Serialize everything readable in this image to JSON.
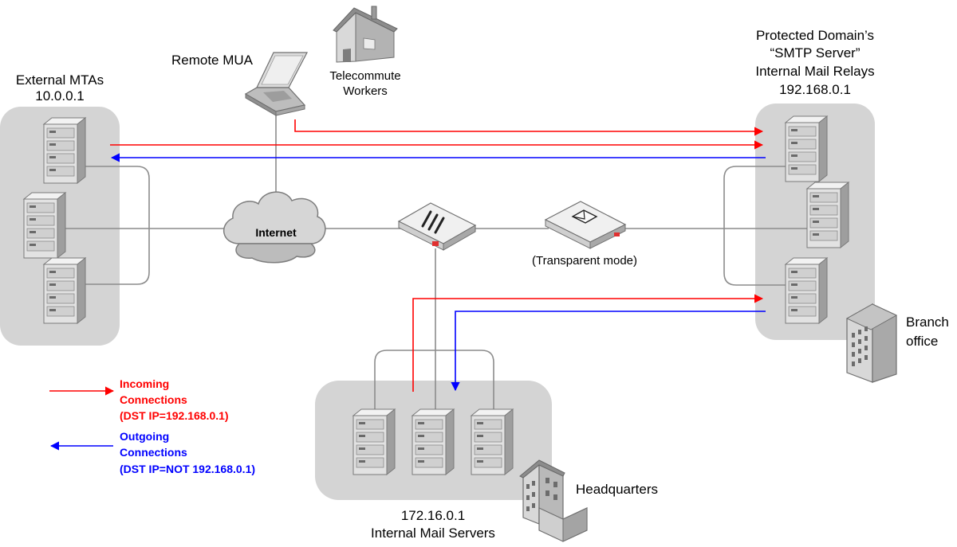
{
  "labels": {
    "external_mtas": {
      "title": "External MTAs",
      "ip": "10.0.0.1"
    },
    "remote_mua": "Remote MUA",
    "telecommute": [
      "Telecommute",
      "Workers"
    ],
    "protected_domain": [
      "Protected Domain’s",
      "“SMTP Server”",
      "Internal Mail Relays",
      "192.168.0.1"
    ],
    "internet": "Internet",
    "transparent_mode": "(Transparent mode)",
    "branch_office": [
      "Branch",
      "office"
    ],
    "headquarters": "Headquarters",
    "internal_mail_servers": {
      "ip": "172.16.0.1",
      "title": "Internal Mail Servers"
    }
  },
  "legend": {
    "incoming": {
      "lines": [
        "Incoming",
        "Connections",
        "(DST IP=192.168.0.1)"
      ],
      "color": "#ff0000"
    },
    "outgoing": {
      "lines": [
        "Outgoing",
        "Connections",
        "(DST IP=NOT 192.168.0.1)"
      ],
      "color": "#0000ff"
    }
  },
  "colors": {
    "incoming": "#ff0000",
    "outgoing": "#0000ff",
    "zone": "#d4d4d4",
    "link": "#8c8c8c"
  }
}
